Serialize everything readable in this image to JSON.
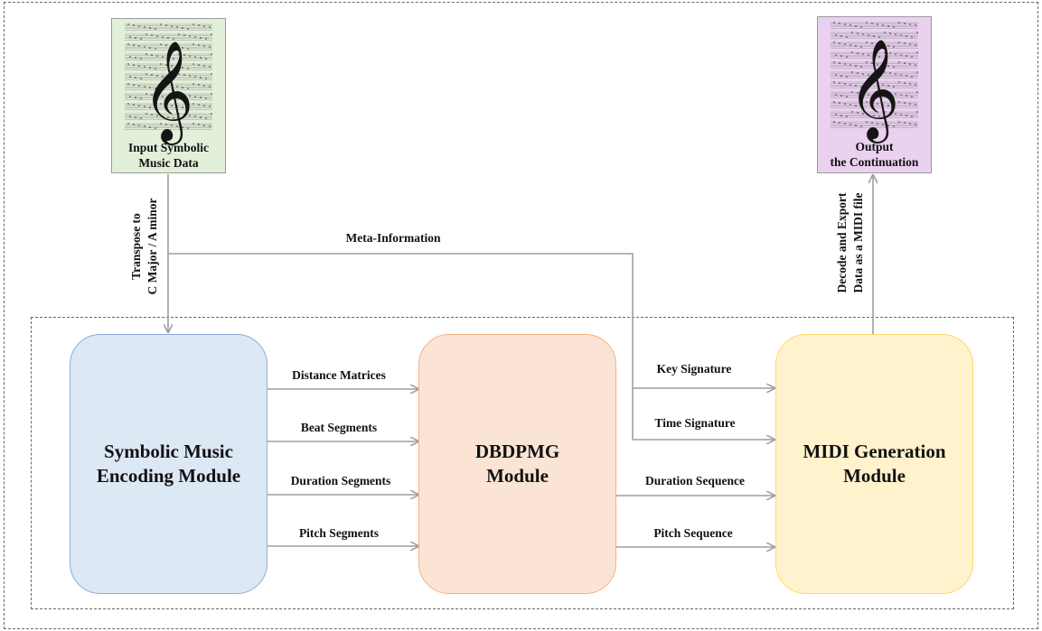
{
  "input_doc": {
    "label_line1": "Input Symbolic",
    "label_line2": "Music Data",
    "fill": "#e2efd9",
    "icon": "treble-clef-sheet-music"
  },
  "output_doc": {
    "label_line1": "Output",
    "label_line2": "the Continuation",
    "fill": "#ead1f0",
    "icon": "treble-clef-sheet-music"
  },
  "modules": {
    "encoding": {
      "line1": "Symbolic Music",
      "line2": "Encoding Module",
      "fill": "#dde8f5",
      "border": "#8eaadb"
    },
    "dbdpmg": {
      "line1": "DBDPMG",
      "line2": "Module",
      "fill": "#fbe4d5",
      "border": "#f4b183"
    },
    "midi": {
      "line1": "MIDI Generation",
      "line2": "Module",
      "fill": "#fff2cc",
      "border": "#ffd966"
    }
  },
  "edges": {
    "transpose_line1": "Transpose to",
    "transpose_line2": "C Major / A minor",
    "meta": "Meta-Information",
    "decode_line1": "Decode and Export",
    "decode_line2": "Data as a MIDI file",
    "distance_matrices": "Distance Matrices",
    "beat_segments": "Beat Segments",
    "duration_segments": "Duration Segments",
    "pitch_segments": "Pitch Segments",
    "key_signature": "Key Signature",
    "time_signature": "Time Signature",
    "duration_sequence": "Duration Sequence",
    "pitch_sequence": "Pitch Sequence"
  },
  "colors": {
    "arrow": "#9e9e9e",
    "dash": "#666666"
  }
}
